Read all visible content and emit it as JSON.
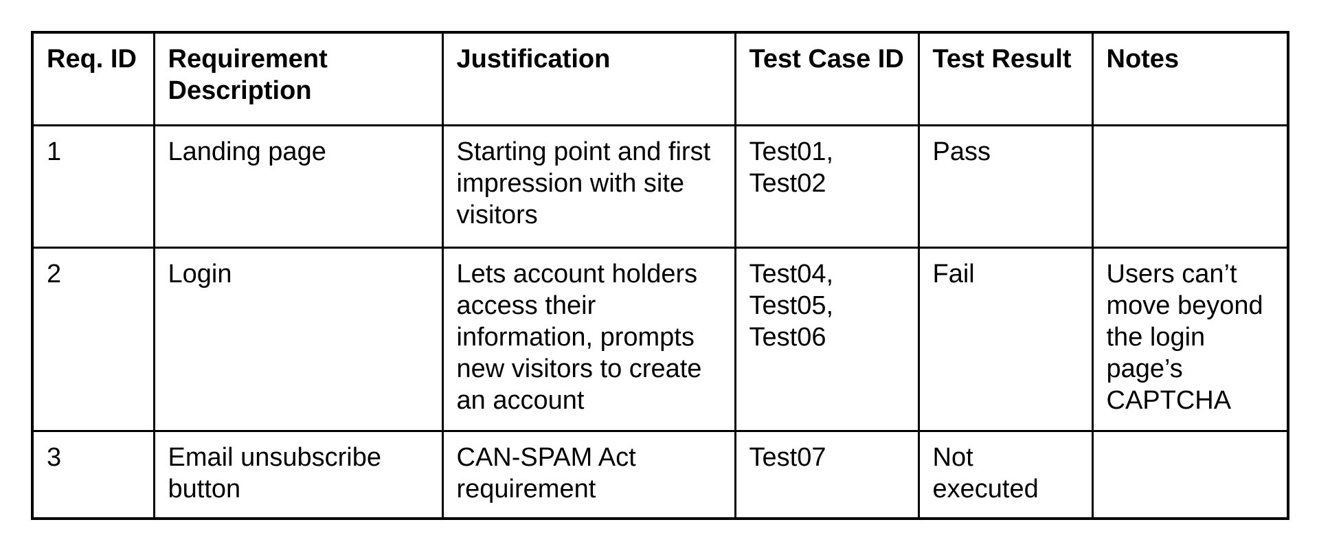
{
  "page": {
    "background_color": "#ffffff",
    "border_color": "#000000",
    "text_color": "#000000"
  },
  "table": {
    "columns": [
      {
        "label": "Req. ID"
      },
      {
        "label": "Requirement Description"
      },
      {
        "label": "Justification"
      },
      {
        "label": "Test Case ID"
      },
      {
        "label": "Test Result"
      },
      {
        "label": "Notes"
      }
    ],
    "rows": [
      {
        "req_id": "1",
        "requirement_description": "Landing page",
        "justification": "Starting point and first impression with site visitors",
        "test_case_id": "Test01, Test02",
        "test_result": "Pass",
        "notes": ""
      },
      {
        "req_id": "2",
        "requirement_description": "Login",
        "justification": "Lets account holders access their information, prompts new visitors to create an account",
        "test_case_id": "Test04, Test05, Test06",
        "test_result": "Fail",
        "notes": "Users can’t move beyond the login page’s CAPTCHA"
      },
      {
        "req_id": "3",
        "requirement_description": "Email unsubscribe button",
        "justification": "CAN-SPAM Act requirement",
        "test_case_id": "Test07",
        "test_result": "Not executed",
        "notes": ""
      }
    ]
  }
}
